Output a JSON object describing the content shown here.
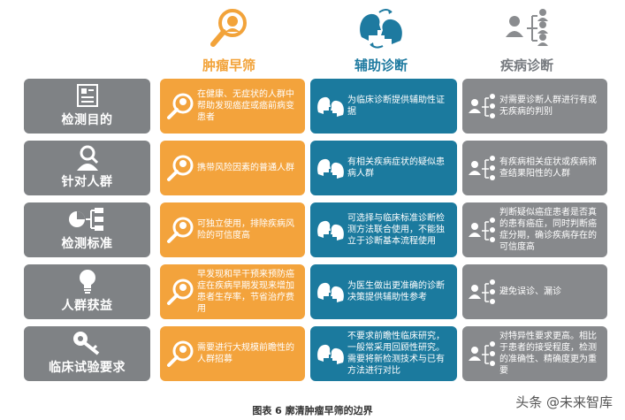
{
  "columns": {
    "screening": {
      "title": "肿瘤早筛",
      "icon": "magnifier-head-icon"
    },
    "aux": {
      "title": "辅助诊断",
      "icon": "two-heads-icon"
    },
    "dx": {
      "title": "疾病诊断",
      "icon": "people-flow-icon"
    }
  },
  "rows": [
    {
      "label": "检测目的",
      "icon": "document-icon",
      "screening": "在健康、无症状的人群中帮助发现癌症或癌前病变患者",
      "aux": "为临床诊断提供辅助性证据",
      "dx": "对需要诊断人群进行有或无疾病的判别"
    },
    {
      "label": "针对人群",
      "icon": "person-search-icon",
      "screening": "携带风险因素的普通人群",
      "aux": "有相关疾病症状的疑似患病人群",
      "dx": "有疾病相关症状或疾病筛查结果阳性的人群"
    },
    {
      "label": "检测标准",
      "icon": "pie-chart-icon",
      "screening": "可独立使用，排除疾病风险的可信度高",
      "aux": "可选择与临床标准诊断检测方法联合使用，不能独立于诊断基本流程使用",
      "dx": "判断疑似癌症患者是否真的患有癌症，同时判断癌症分期，确诊疾病存在的可信度高"
    },
    {
      "label": "人群获益",
      "icon": "lightbulb-icon",
      "screening": "早发现和早干预来预防癌症在疾病早期发现来增加患者生存率，节省治疗费用",
      "aux": "为医生做出更准确的诊断决策提供辅助性参考",
      "dx": "避免误诊、漏诊"
    },
    {
      "label": "临床试验要求",
      "icon": "key-icon",
      "screening": "需要进行大规模前瞻性的人群招募",
      "aux": "不要求前瞻性临床研究，一般常采用回顾性研究。需要将新检测技术与已有方法进行对比",
      "dx": "对特异性要求更高。相比于患者的接受程度，检测的准确性、精确度更为重要"
    }
  ],
  "caption": "图表 6 廓清肿瘤早筛的边界",
  "watermark": "头条 @未来智库",
  "colors": {
    "orange": "#f3a33c",
    "blue": "#1b7a9e",
    "gray": "#87898c",
    "label_gray": "#7f8285"
  }
}
